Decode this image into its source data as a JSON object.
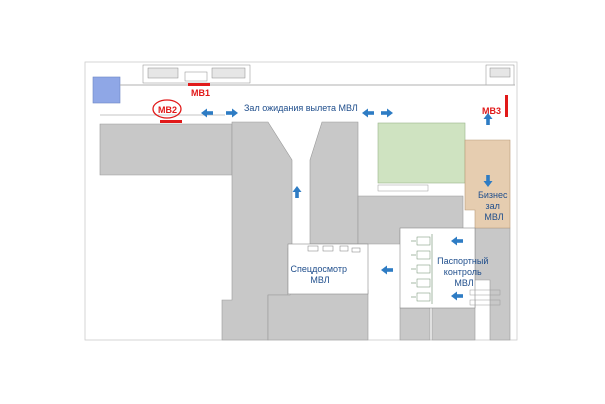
{
  "plan": {
    "gates": [
      {
        "id": "mb1",
        "label": "MB1"
      },
      {
        "id": "mb2",
        "label": "MB2"
      },
      {
        "id": "mb3",
        "label": "MB3"
      }
    ],
    "rooms": {
      "waiting_hall": {
        "label": "Зал ожидания вылета МВЛ"
      },
      "security": {
        "lines": [
          "Спецдосмотр",
          "МВЛ"
        ]
      },
      "passport": {
        "lines": [
          "Паспортный",
          "контроль",
          "МВЛ"
        ]
      },
      "business": {
        "lines": [
          "Бизнес",
          "зал",
          "МВЛ"
        ]
      }
    },
    "colors": {
      "wall": "#c8c8c8",
      "wall_stroke": "#9a9a9a",
      "hall_floor": "#ffffff",
      "green_zone": "#cfe3c1",
      "blue_zone": "#8fa7e6",
      "business_zone": "#e6cdb0",
      "arrow": "#2e7cc4",
      "label": "#1f4e8c",
      "gate": "#e11919"
    },
    "icons": [
      "flow-arrow-icon",
      "gate-marker-icon",
      "passport-booth-icon",
      "seating-icon"
    ]
  }
}
